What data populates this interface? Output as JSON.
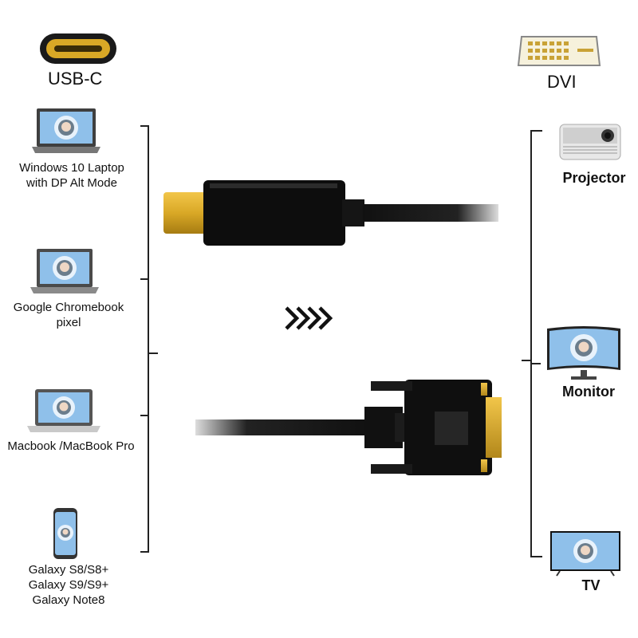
{
  "header": {
    "left_title": "USB-C",
    "right_title": "DVI"
  },
  "sources": [
    {
      "label": "Windows 10 Laptop\nwith DP Alt Mode",
      "icon": "laptop-icon"
    },
    {
      "label": "Google Chromebook\npixel",
      "icon": "laptop-icon"
    },
    {
      "label": "Macbook /MacBook Pro",
      "icon": "laptop-icon"
    },
    {
      "label": "Galaxy S8/S8+\nGalaxy S9/S9+\nGalaxy Note8",
      "icon": "phone-icon"
    }
  ],
  "displays": [
    {
      "label": "Projector",
      "icon": "projector-icon"
    },
    {
      "label": "Monitor",
      "icon": "monitor-icon"
    },
    {
      "label": "TV",
      "icon": "tv-icon"
    }
  ],
  "colors": {
    "gold": "#d9a826",
    "cable": "#111111",
    "screen": "#7fb6e6",
    "device": "#5a5a5a"
  }
}
